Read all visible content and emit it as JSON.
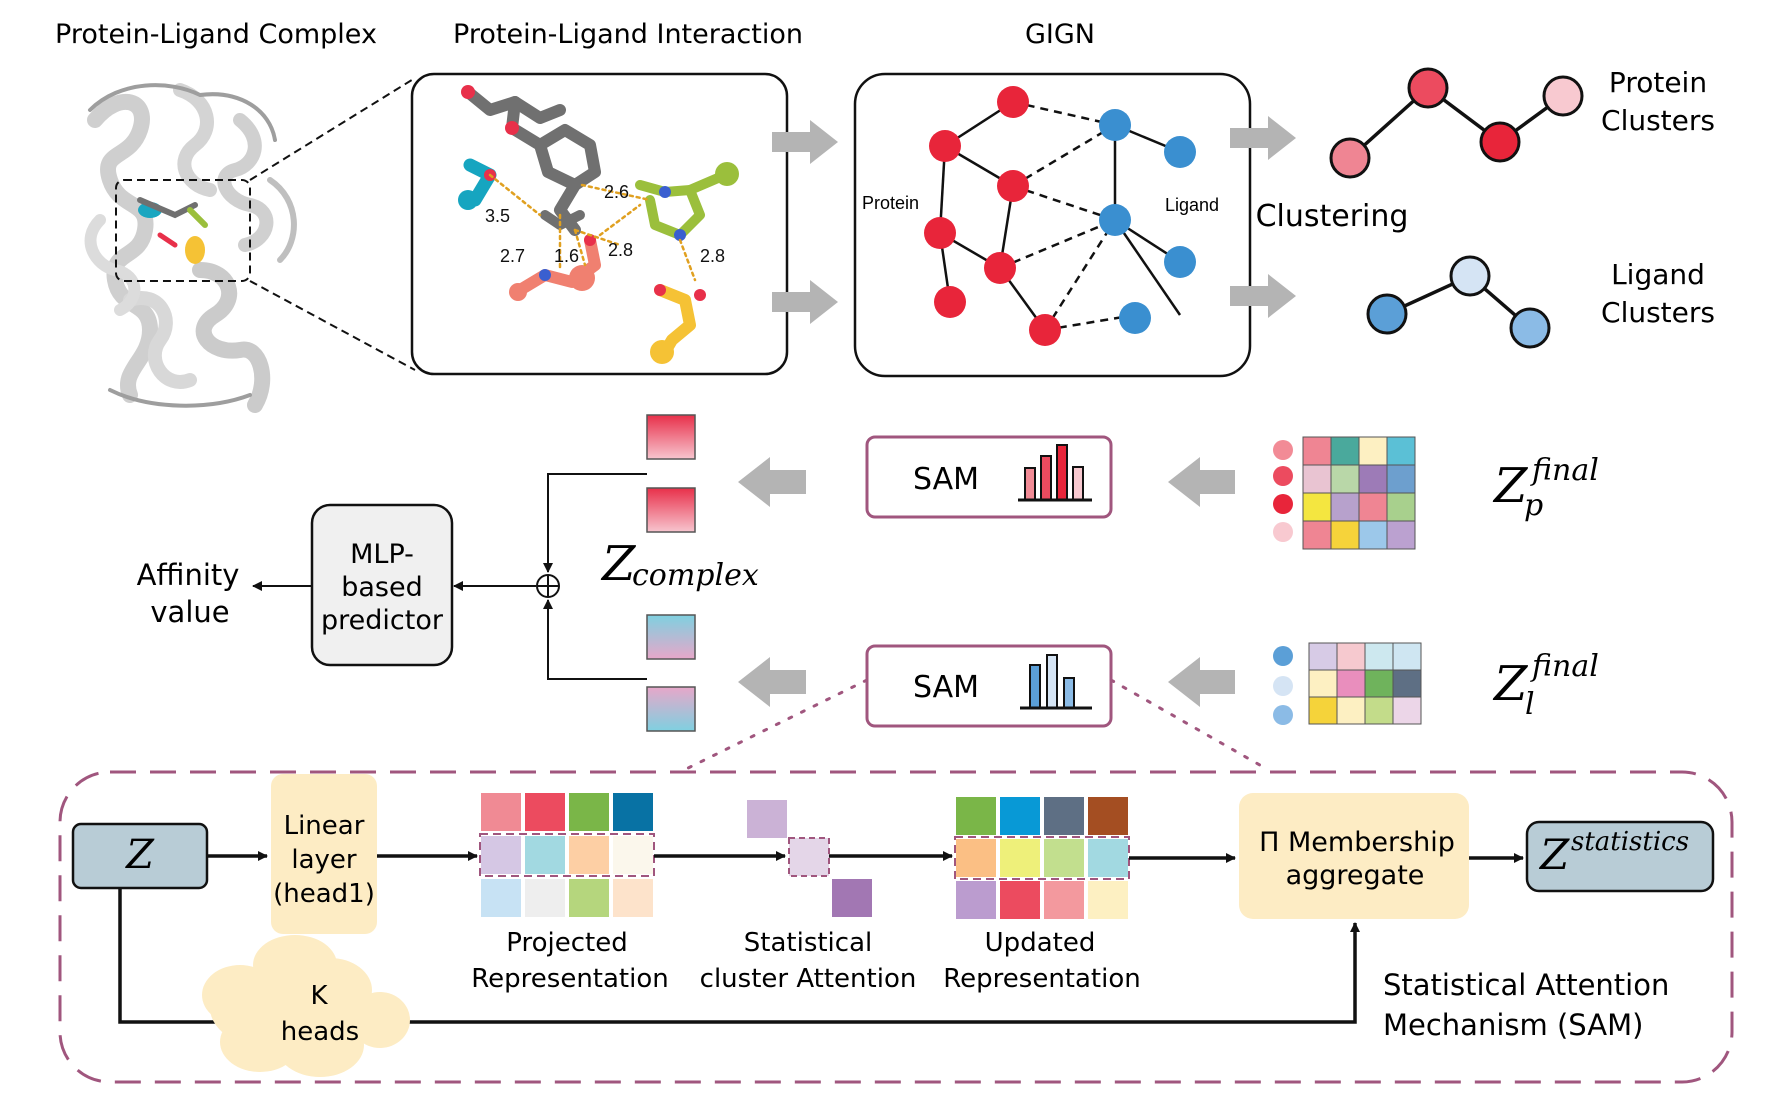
{
  "titles": {
    "complex": "Protein-Ligand Complex",
    "interaction": "Protein-Ligand Interaction",
    "gign": "GIGN"
  },
  "interaction": {
    "distances": [
      "3.5",
      "2.6",
      "2.7",
      "1.6",
      "2.8",
      "2.8"
    ]
  },
  "gign": {
    "protein_label": "Protein",
    "ligand_label": "Ligand"
  },
  "clustering": {
    "label": "Clustering",
    "protein_clusters": [
      "Protein",
      "Clusters"
    ],
    "ligand_clusters": [
      "Ligand",
      "Clusters"
    ]
  },
  "sam_label": "SAM",
  "z_p": {
    "base": "Z",
    "sup": "final",
    "sub": "p"
  },
  "z_l": {
    "base": "Z",
    "sup": "final",
    "sub": "l"
  },
  "z_complex": {
    "base": "Z",
    "sub": "complex"
  },
  "mlp": [
    "MLP-",
    "based",
    "predictor"
  ],
  "affinity": [
    "Affinity",
    "value"
  ],
  "sam_detail": {
    "z": "Z",
    "linear": [
      "Linear",
      "layer",
      "(head1)"
    ],
    "projected": [
      "Projected",
      "Representation"
    ],
    "statistical": [
      "Statistical",
      "cluster Attention"
    ],
    "updated": [
      "Updated",
      "Representation"
    ],
    "membership": [
      "Π  Membership",
      "aggregate"
    ],
    "z_stat": {
      "base": "Z",
      "sup": "statistics"
    },
    "k_heads": [
      "K",
      "heads"
    ],
    "mechanism": [
      "Statistical  Attention",
      "Mechanism  (SAM)"
    ]
  },
  "colors": {
    "protein_red": "#e8253a",
    "ligand_blue": "#3a8fd0",
    "sam_border": "#a0567e",
    "arrow_gray": "#b4b4b4",
    "yellow_box": "#fdecc4",
    "z_box": "#b8ccd6"
  }
}
